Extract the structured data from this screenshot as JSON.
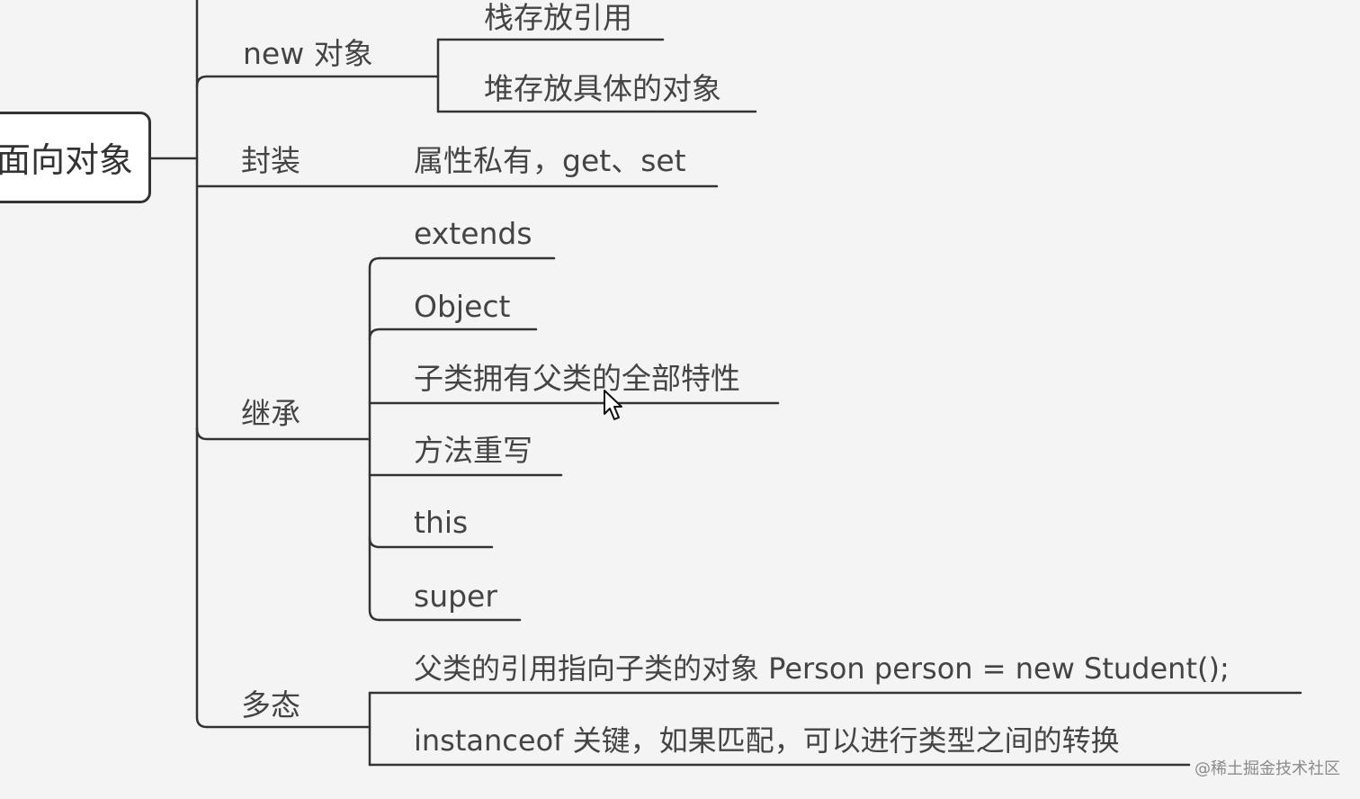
{
  "root": {
    "label": "面向对象"
  },
  "branches": [
    {
      "label": "new 对象",
      "children": [
        "栈存放引用",
        "堆存放具体的对象"
      ]
    },
    {
      "label": "封装",
      "children": [
        "属性私有，get、set"
      ]
    },
    {
      "label": "继承",
      "children": [
        "extends",
        "Object",
        "子类拥有父类的全部特性",
        "方法重写",
        "this",
        "super"
      ]
    },
    {
      "label": "多态",
      "children": [
        "父类的引用指向子类的对象  Person person = new Student();",
        "instanceof 关键，如果匹配，可以进行类型之间的转换"
      ]
    }
  ],
  "cursor": {
    "icon": "mouse-pointer-icon"
  },
  "watermark": "@稀土掘金技术社区",
  "colors": {
    "background": "#f4f4f4",
    "line": "#333333",
    "text": "#444444"
  }
}
